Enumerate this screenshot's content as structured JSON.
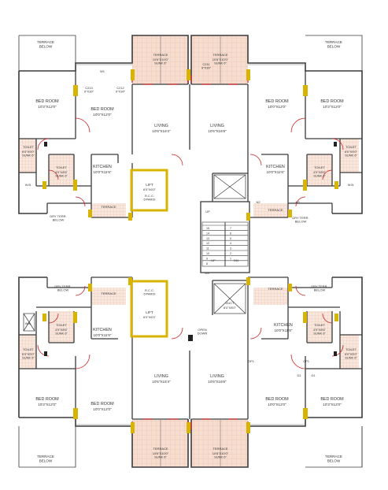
{
  "colors": {
    "wall": "#3a3a3a",
    "door": "#cc2222",
    "lift": "#d8b400",
    "terrace_fill": "#f6ddd0",
    "terrace_grid": "#e8b9a4",
    "tile_dot": "#d0a090",
    "background": "#ffffff"
  },
  "labels": {
    "terrace_below": "TERRACE\nBELOW",
    "terrace": "TERRACE",
    "terrace_top_size": "10'6\"X10'0\"\nSUNK 6\"",
    "terrace_bottom_size": "10'6\"X10'0\"\nSUNK 6\"",
    "bed_room": "BED ROOM",
    "bed_size_a": "10'3\"X12'0\"",
    "bed_size_b": "10'0\"X12'0\"",
    "living": "LIVING",
    "living_size_a": "10'6\"X16'4\"",
    "living_size_b": "10'6\"X16'6\"",
    "kitchen": "KITCHEN",
    "kitchen_size": "10'0\"X11'6\"",
    "toilet": "TOILET",
    "toilet_size_a": "6'0\"X5'0\"\nSUNK 6\"",
    "toilet_size_b": "4'9\"X8'6\"\nSUNK 6\"",
    "wb": "W.B.",
    "lift": "LIFT",
    "lift_size_top": "6'0\"X6'0\"",
    "lift_size_bottom": "6'0\"X6'0\"",
    "rcc": "R.C.C.\n6'PARDI",
    "dry_terr_below": "DRY TERR.\nBELOW",
    "duct": "DUCT",
    "duct_size": "6'0\"X8'0\"",
    "up": "UP",
    "dn": "DN",
    "c213": "C213\n9\"X30\"",
    "c212": "C212\n9\"X30\"",
    "c211": "C211\n9\"X30\"",
    "w1": "W1",
    "w2": "W2",
    "w3": "W3",
    "n2": "N2",
    "n3": "N3",
    "d1": "D1",
    "d2": "D2",
    "d3": "D3",
    "op1": "OP1",
    "open_down": "OPEN\nDOWN",
    "stair_numbers": [
      "15",
      "14",
      "13",
      "12",
      "11",
      "10",
      "9",
      "8",
      "7",
      "6",
      "5",
      "4",
      "3",
      "2",
      "1"
    ]
  }
}
